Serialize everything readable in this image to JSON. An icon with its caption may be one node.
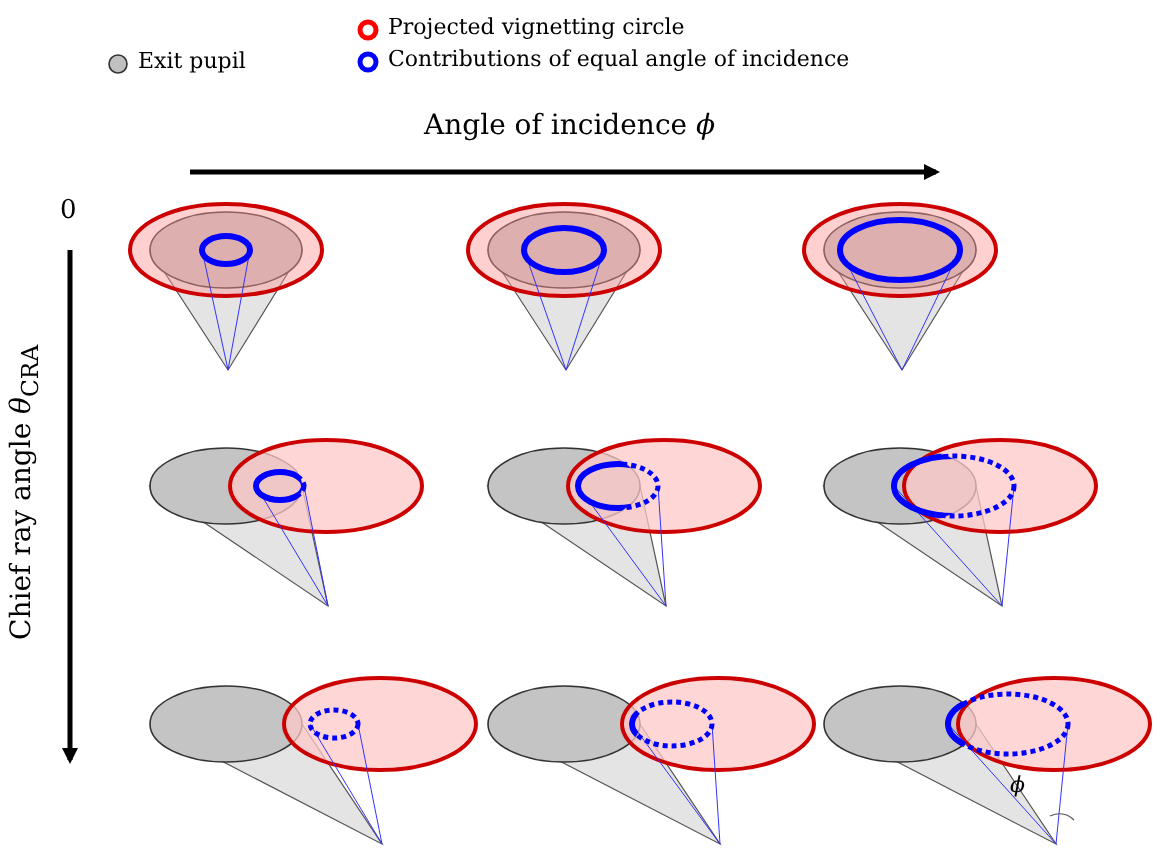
{
  "diagram": {
    "labels": [
      "Angle of incidence *ϕ*",
      "0",
      "Chief ray angle *θ*$_{CRA}$",
      "*ϕ*"
    ],
    "legend": [
      {
        "text": "Exit pupil",
        "color": "#c0c0c0"
      },
      {
        "text": "Projected vignetting circle",
        "color": "#ff0000"
      },
      {
        "text": "Contributions of equal angle of incidence",
        "color": "#0000ff"
      }
    ]
  }
}
